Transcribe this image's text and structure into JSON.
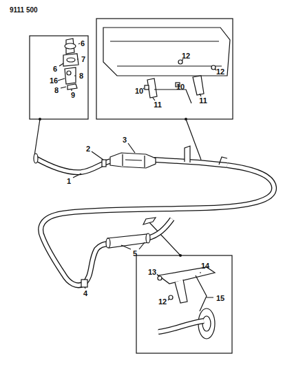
{
  "diagram": {
    "labels": [
      "9111 500",
      "6",
      "6",
      "7",
      "8",
      "16",
      "8",
      "9",
      "12",
      "12",
      "10",
      "10",
      "11",
      "11",
      "1",
      "2",
      "3",
      "4",
      "5",
      "13",
      "14",
      "15",
      "12"
    ]
  }
}
